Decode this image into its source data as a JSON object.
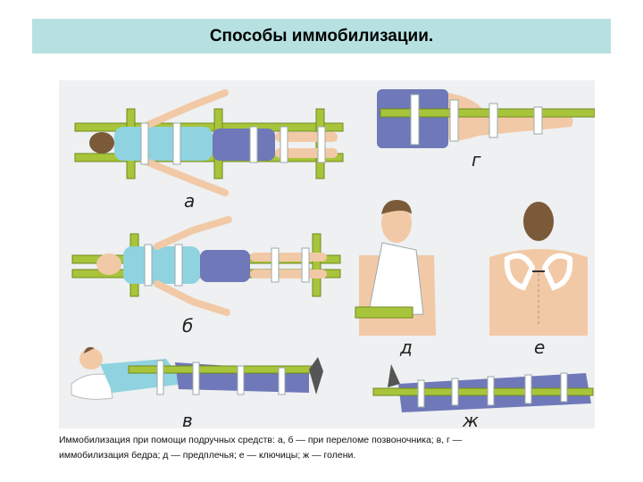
{
  "slide": {
    "title": "Способы иммобилизации.",
    "figure": {
      "panels": [
        {
          "label": "а"
        },
        {
          "label": "б"
        },
        {
          "label": "в"
        },
        {
          "label": "г"
        },
        {
          "label": "д"
        },
        {
          "label": "е"
        },
        {
          "label": "ж"
        }
      ],
      "colors": {
        "background": "#eef0f1",
        "splint": "#a8c43a",
        "skin": "#f2c9a6",
        "shirt": "#8fd3e0",
        "trousers": "#6f78b8",
        "bandage": "#ffffff",
        "hair": "#7a5a38"
      }
    },
    "caption": {
      "line1": "Иммобилизация при помощи подручных средств: а, б — при переломе позвоночника; в, г —",
      "line2": "иммобилизация бедра; д — предплечья; е — ключицы; ж — голени."
    },
    "header_color": "#b7e1e1"
  }
}
